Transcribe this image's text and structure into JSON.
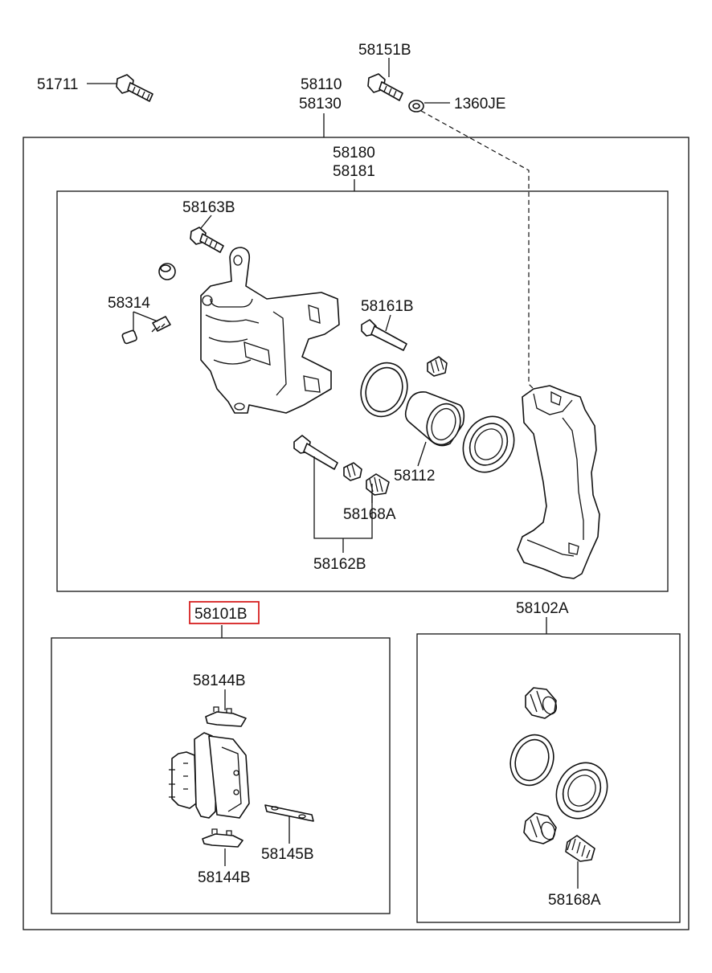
{
  "labels": {
    "p51711": "51711",
    "p58151B": "58151B",
    "p58110": "58110",
    "p58130": "58130",
    "p1360JE": "1360JE",
    "p58180": "58180",
    "p58181": "58181",
    "p58163B": "58163B",
    "p58314": "58314",
    "p58161B": "58161B",
    "p58112": "58112",
    "p58168A_upper": "58168A",
    "p58162B": "58162B",
    "p58101B": "58101B",
    "p58102A": "58102A",
    "p58144B_top": "58144B",
    "p58145B": "58145B",
    "p58144B_bottom": "58144B",
    "p58168A_lower": "58168A"
  },
  "highlight": {
    "part": "58101B",
    "color": "#d62020"
  }
}
